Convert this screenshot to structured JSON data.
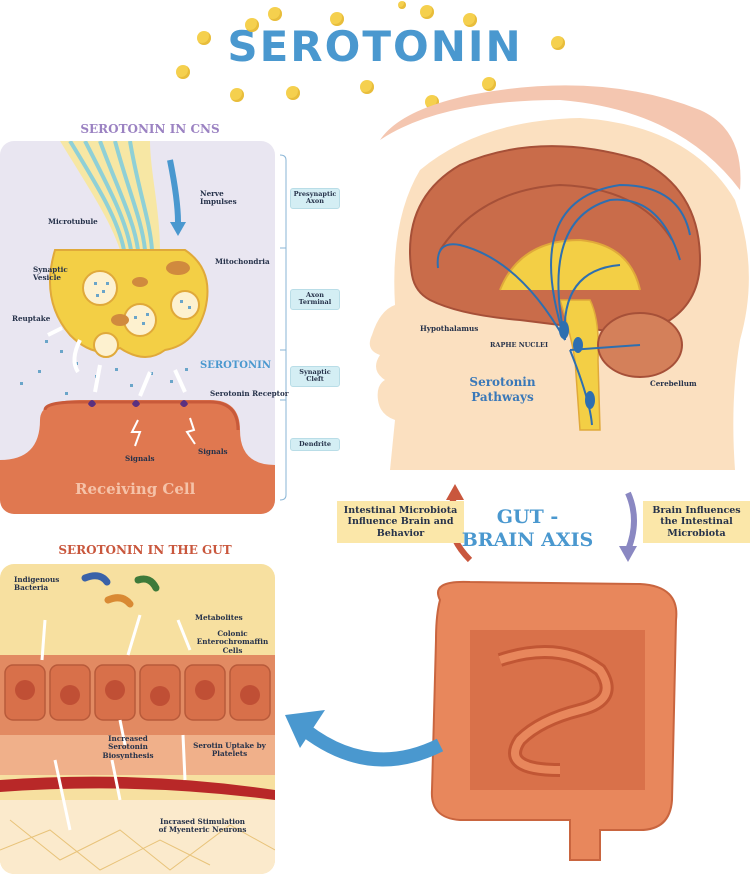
{
  "title": "SEROTONIN",
  "cns": {
    "title": "SEROTONIN IN CNS",
    "labels": {
      "nerve_impulses": "Nerve Impulses",
      "microtubule": "Microtubule",
      "synaptic_vesicle": "Synaptic Vesicle",
      "mitochondria": "Mitochondria",
      "reuptake": "Reuptake",
      "serotonin": "SEROTONIN",
      "serotonin_receptor": "Serotonin Receptor",
      "signals_left": "Signals",
      "signals_right": "Signals",
      "receiving_cell": "Receiving Cell"
    },
    "regions": [
      "Presynaptic Axon",
      "Axon Terminal",
      "Synaptic Cleft",
      "Dendrite"
    ]
  },
  "brain": {
    "hypothalamus": "Hypothalamus",
    "raphe_nuclei": "RAPHE NUCLEI",
    "pathways": "Serotonin Pathways",
    "cerebellum": "Cerebellum"
  },
  "axis": {
    "left_box": "Intestinal Microbiota Influence Brain and Behavior",
    "title": "GUT - BRAIN AXIS",
    "right_box": "Brain Influences the Intestinal Microbiota"
  },
  "gut": {
    "title": "SEROTONIN IN THE GUT",
    "labels": {
      "indigenous_bacteria": "Indigenous Bacteria",
      "metabolites": "Metabolites",
      "colonic_cells": "Colonic Enterochromaffin Cells",
      "biosynthesis": "Increased Serotonin Biosynthesis",
      "uptake": "Serotin Uptake by Platelets",
      "stimulation": "Incrased Stimulation of Myenteric Neurons"
    }
  },
  "colors": {
    "title_blue": "#4a98cf",
    "cns_title": "#9b82c2",
    "gut_title": "#c9573d",
    "axis_box": "#fbe7a9",
    "skin": "#fbe0c0"
  }
}
